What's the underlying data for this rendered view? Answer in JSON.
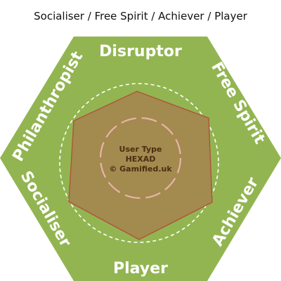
{
  "title": "Socialiser / Free Spirit / Achiever / Player",
  "segments": {
    "top": "Disruptor",
    "upper_right": "Free Spirit",
    "lower_right": "Achiever",
    "bottom": "Player",
    "lower_left": "Socialiser",
    "upper_left": "Philanthropist"
  },
  "center": {
    "line1": "User Type",
    "line2": "HEXAD",
    "line3": "© Gamified.uk"
  },
  "colors": {
    "hexagon_fill": "#92b551",
    "inner_shape_fill": "#a38a4f",
    "inner_shape_stroke": "#b0533a",
    "dashed_circle": "#ffffff",
    "inner_dashed_circle": "#e8b3aa",
    "label_text": "#ffffff",
    "center_text": "#4a2e12"
  }
}
